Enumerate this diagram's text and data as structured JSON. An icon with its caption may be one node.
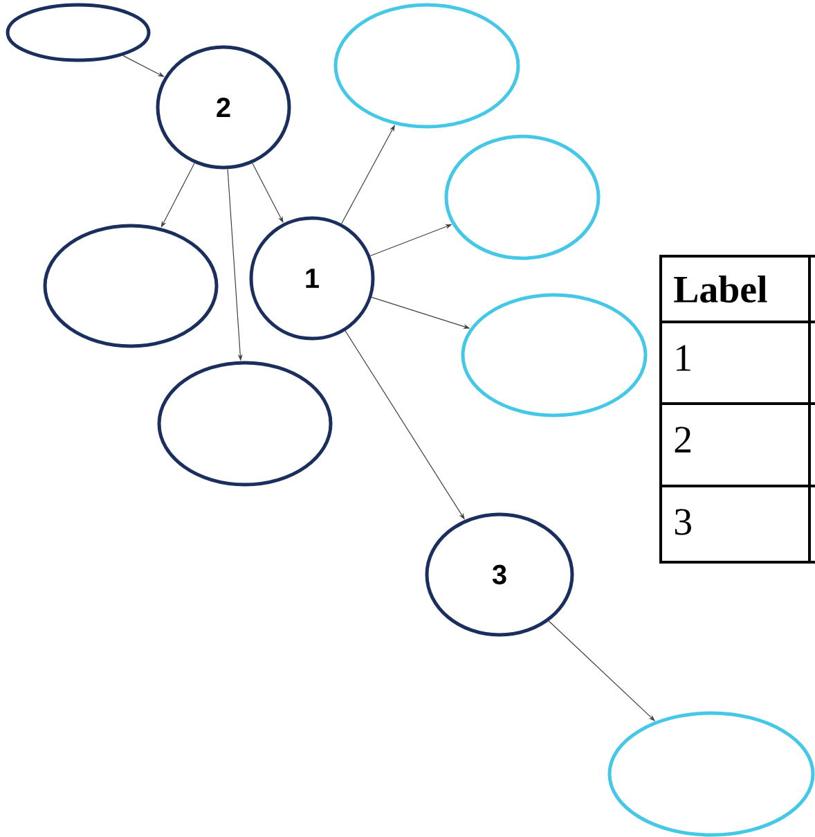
{
  "diagram": {
    "nodes": [
      {
        "text": [],
        "shape": "ellipse"
      },
      {
        "text": [
          "2"
        ]
      },
      {
        "text": [],
        "shape": "ellipse"
      },
      {
        "text": [],
        "shape": "ellipse"
      },
      {
        "text": [
          "1"
        ]
      },
      {
        "text": [],
        "shape": "ellipse"
      },
      {
        "text": [],
        "shape": "ellipse"
      },
      {
        "text": [],
        "shape": "ellipse"
      },
      {
        "text": [
          "3"
        ]
      },
      {
        "text": [],
        "shape": "ellipse"
      }
    ],
    "edges": [
      {
        "from": 0,
        "to": 1,
        "arrow": "to"
      },
      {
        "from": 1,
        "to": 3,
        "arrow": "to"
      },
      {
        "from": 1,
        "to": 7,
        "arrow": "to"
      },
      {
        "from": 1,
        "to": 4,
        "arrow": "to"
      },
      {
        "from": 4,
        "to": 2,
        "arrow": "to"
      },
      {
        "from": 4,
        "to": 5,
        "arrow": "to"
      },
      {
        "from": 4,
        "to": 6,
        "arrow": "to"
      },
      {
        "from": 4,
        "to": 8,
        "arrow": "to"
      },
      {
        "from": 8,
        "to": 9,
        "arrow": "to"
      }
    ],
    "labels": [
      "Label",
      "1",
      "2",
      "3"
    ]
  }
}
